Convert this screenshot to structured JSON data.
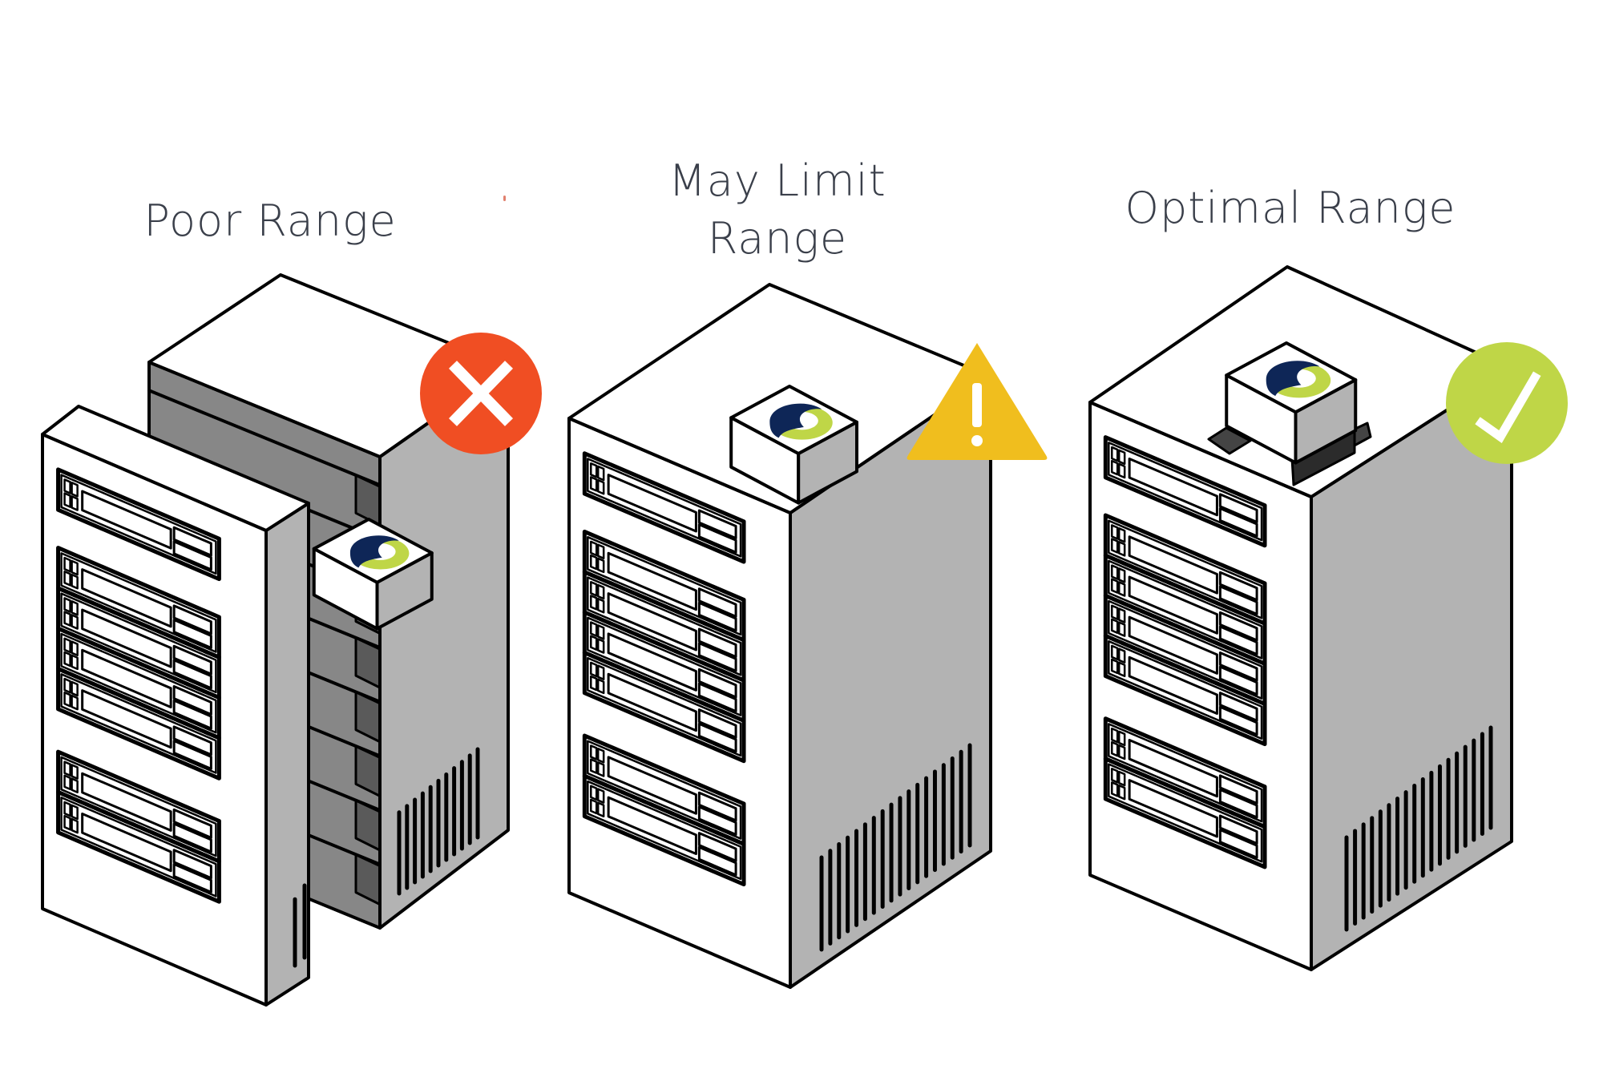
{
  "figure": {
    "panels": [
      {
        "id": "poor",
        "title_lines": [
          "Poor Range"
        ],
        "status": "bad",
        "status_icon": "x-circle-icon",
        "status_glyph": "✕",
        "status_color": "#F04E23",
        "description": "Sensor placed inside an open server rack cabinet"
      },
      {
        "id": "limit",
        "title_lines": [
          "May Limit",
          "Range"
        ],
        "status": "warning",
        "status_icon": "warning-triangle-icon",
        "status_glyph": "!",
        "status_color": "#F0BE1E",
        "description": "Sensor sitting directly on top of server rack"
      },
      {
        "id": "optimal",
        "title_lines": [
          "Optimal Range"
        ],
        "status": "good",
        "status_icon": "check-circle-icon",
        "status_glyph": "✓",
        "status_color": "#BFD647",
        "description": "Sensor raised on a mount above the server rack"
      }
    ]
  },
  "colors": {
    "title_text": "#3A3F4A",
    "outline": "#000000",
    "rack_front": "#FFFFFF",
    "rack_side": "#B3B3B3",
    "rack_interior": "#878787",
    "rack_interior_dark": "#5A5A5A",
    "mount_dark": "#2B2B2B",
    "logo_navy": "#0E2657",
    "logo_green": "#BFD647"
  }
}
